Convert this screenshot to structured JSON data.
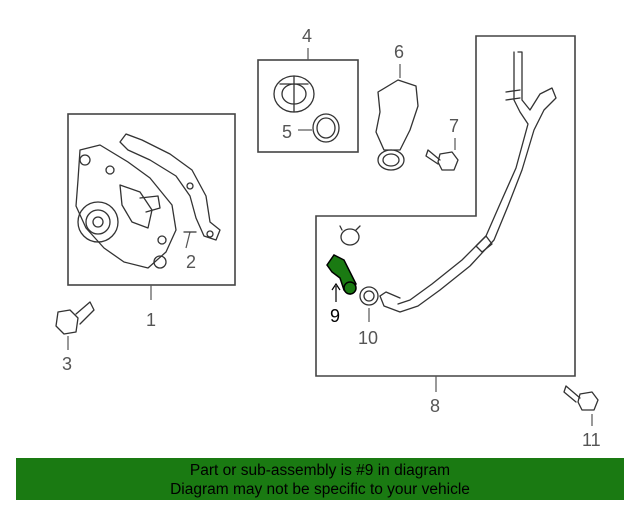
{
  "callouts": {
    "c1": "1",
    "c2": "2",
    "c3": "3",
    "c4": "4",
    "c5": "5",
    "c6": "6",
    "c7": "7",
    "c8": "8",
    "c9": "9",
    "c10": "10",
    "c11": "11"
  },
  "banner": {
    "line1": "Part or sub-assembly is #9 in diagram",
    "line2": "Diagram may not be specific to your vehicle"
  },
  "colors": {
    "highlight": "#1a7a12",
    "line": "#333333",
    "callout_text": "#555555"
  },
  "highlighted_part": "9"
}
